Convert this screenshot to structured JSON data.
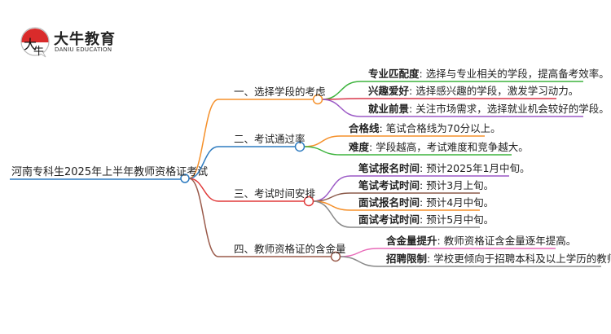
{
  "logo": {
    "name": "大牛教育",
    "sub": "DANIU EDUCATION"
  },
  "root": "河南专科生2025年上半年教师资格证考试",
  "branches": [
    {
      "label": "一、选择学段的考虑",
      "color": "#f5902a",
      "children": [
        {
          "key": "专业匹配度",
          "text": ": 选择与专业相关的学段，提高备考效率。",
          "color": "#3db33d"
        },
        {
          "key": "兴趣爱好",
          "text": ": 选择感兴趣的学段，激发学习动力。",
          "color": "#d9364a"
        },
        {
          "key": "就业前景",
          "text": ": 关注市场需求，选择就业机会较好的学段。",
          "color": "#9b59c6"
        }
      ]
    },
    {
      "label": "二、考试通过率",
      "color": "#2f7cc0",
      "children": [
        {
          "key": "合格线",
          "text": ": 笔试合格线为70分以上。",
          "color": "#f5902a"
        },
        {
          "key": "难度",
          "text": ": 学段越高，考试难度和竞争越大。",
          "color": "#3db33d"
        }
      ]
    },
    {
      "label": "三、考试时间安排",
      "color": "#e03a3a",
      "children": [
        {
          "key": "笔试报名时间",
          "text": ": 预计2025年1月中旬。",
          "color": "#9b59c6"
        },
        {
          "key": "笔试考试时间",
          "text": ": 预计3月上旬。",
          "color": "#8b5a4a"
        },
        {
          "key": "面试报名时间",
          "text": ": 预计4月中旬。",
          "color": "#f5902a"
        },
        {
          "key": "面试考试时间",
          "text": ": 预计5月中旬。",
          "color": "#888888"
        }
      ]
    },
    {
      "label": "四、教师资格证的含金量",
      "color": "#9a5a4a",
      "children": [
        {
          "key": "含金量提升",
          "text": ": 教师资格证含金量逐年提高。",
          "color": "#e86ab8"
        },
        {
          "key": "招聘限制",
          "text": ": 学校更倾向于招聘本科及以上学历的教师。",
          "color": "#888888"
        }
      ]
    }
  ]
}
